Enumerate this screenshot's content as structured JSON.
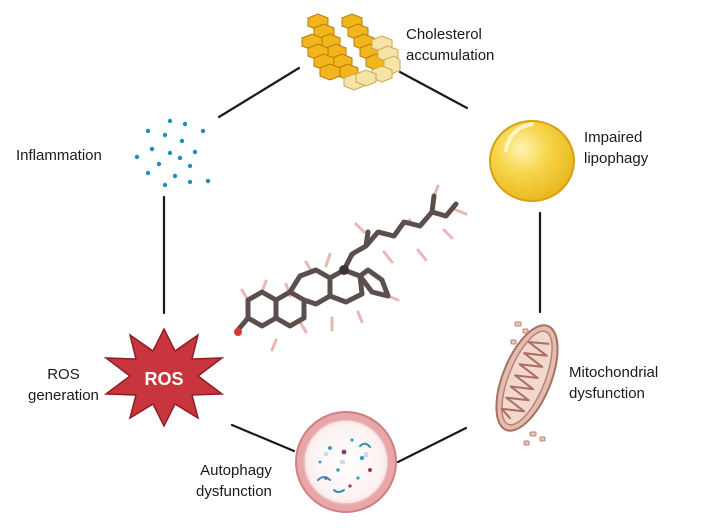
{
  "nodes": {
    "cholesterol": {
      "line1": "Cholesterol",
      "line2": "accumulation",
      "icon": "cholesterol-crystal-icon"
    },
    "lipophagy": {
      "line1": "Impaired",
      "line2": "lipophagy",
      "icon": "lipid-droplet-icon"
    },
    "mitochondrial": {
      "line1": "Mitochondrial",
      "line2": "dysfunction",
      "icon": "mitochondrion-icon"
    },
    "autophagy": {
      "line1": "Autophagy",
      "line2": "dysfunction",
      "icon": "autophagosome-icon"
    },
    "ros": {
      "line1": "ROS",
      "line2": "generation",
      "icon": "ros-burst-icon",
      "badge": "ROS"
    },
    "inflammation": {
      "line1": "Inflammation",
      "icon": "inflammation-dots-icon"
    }
  },
  "center": {
    "icon": "cholesterol-molecule-icon"
  },
  "colors": {
    "edge": "#1a1a1a",
    "crystal_gold": "#f2b51b",
    "crystal_pale": "#f6e4a6",
    "droplet": "#f4cf36",
    "mito": "#e3bdb0",
    "ros_red": "#c8353c",
    "dots": "#1e8fb5",
    "molecule": "#5a4f4c"
  }
}
